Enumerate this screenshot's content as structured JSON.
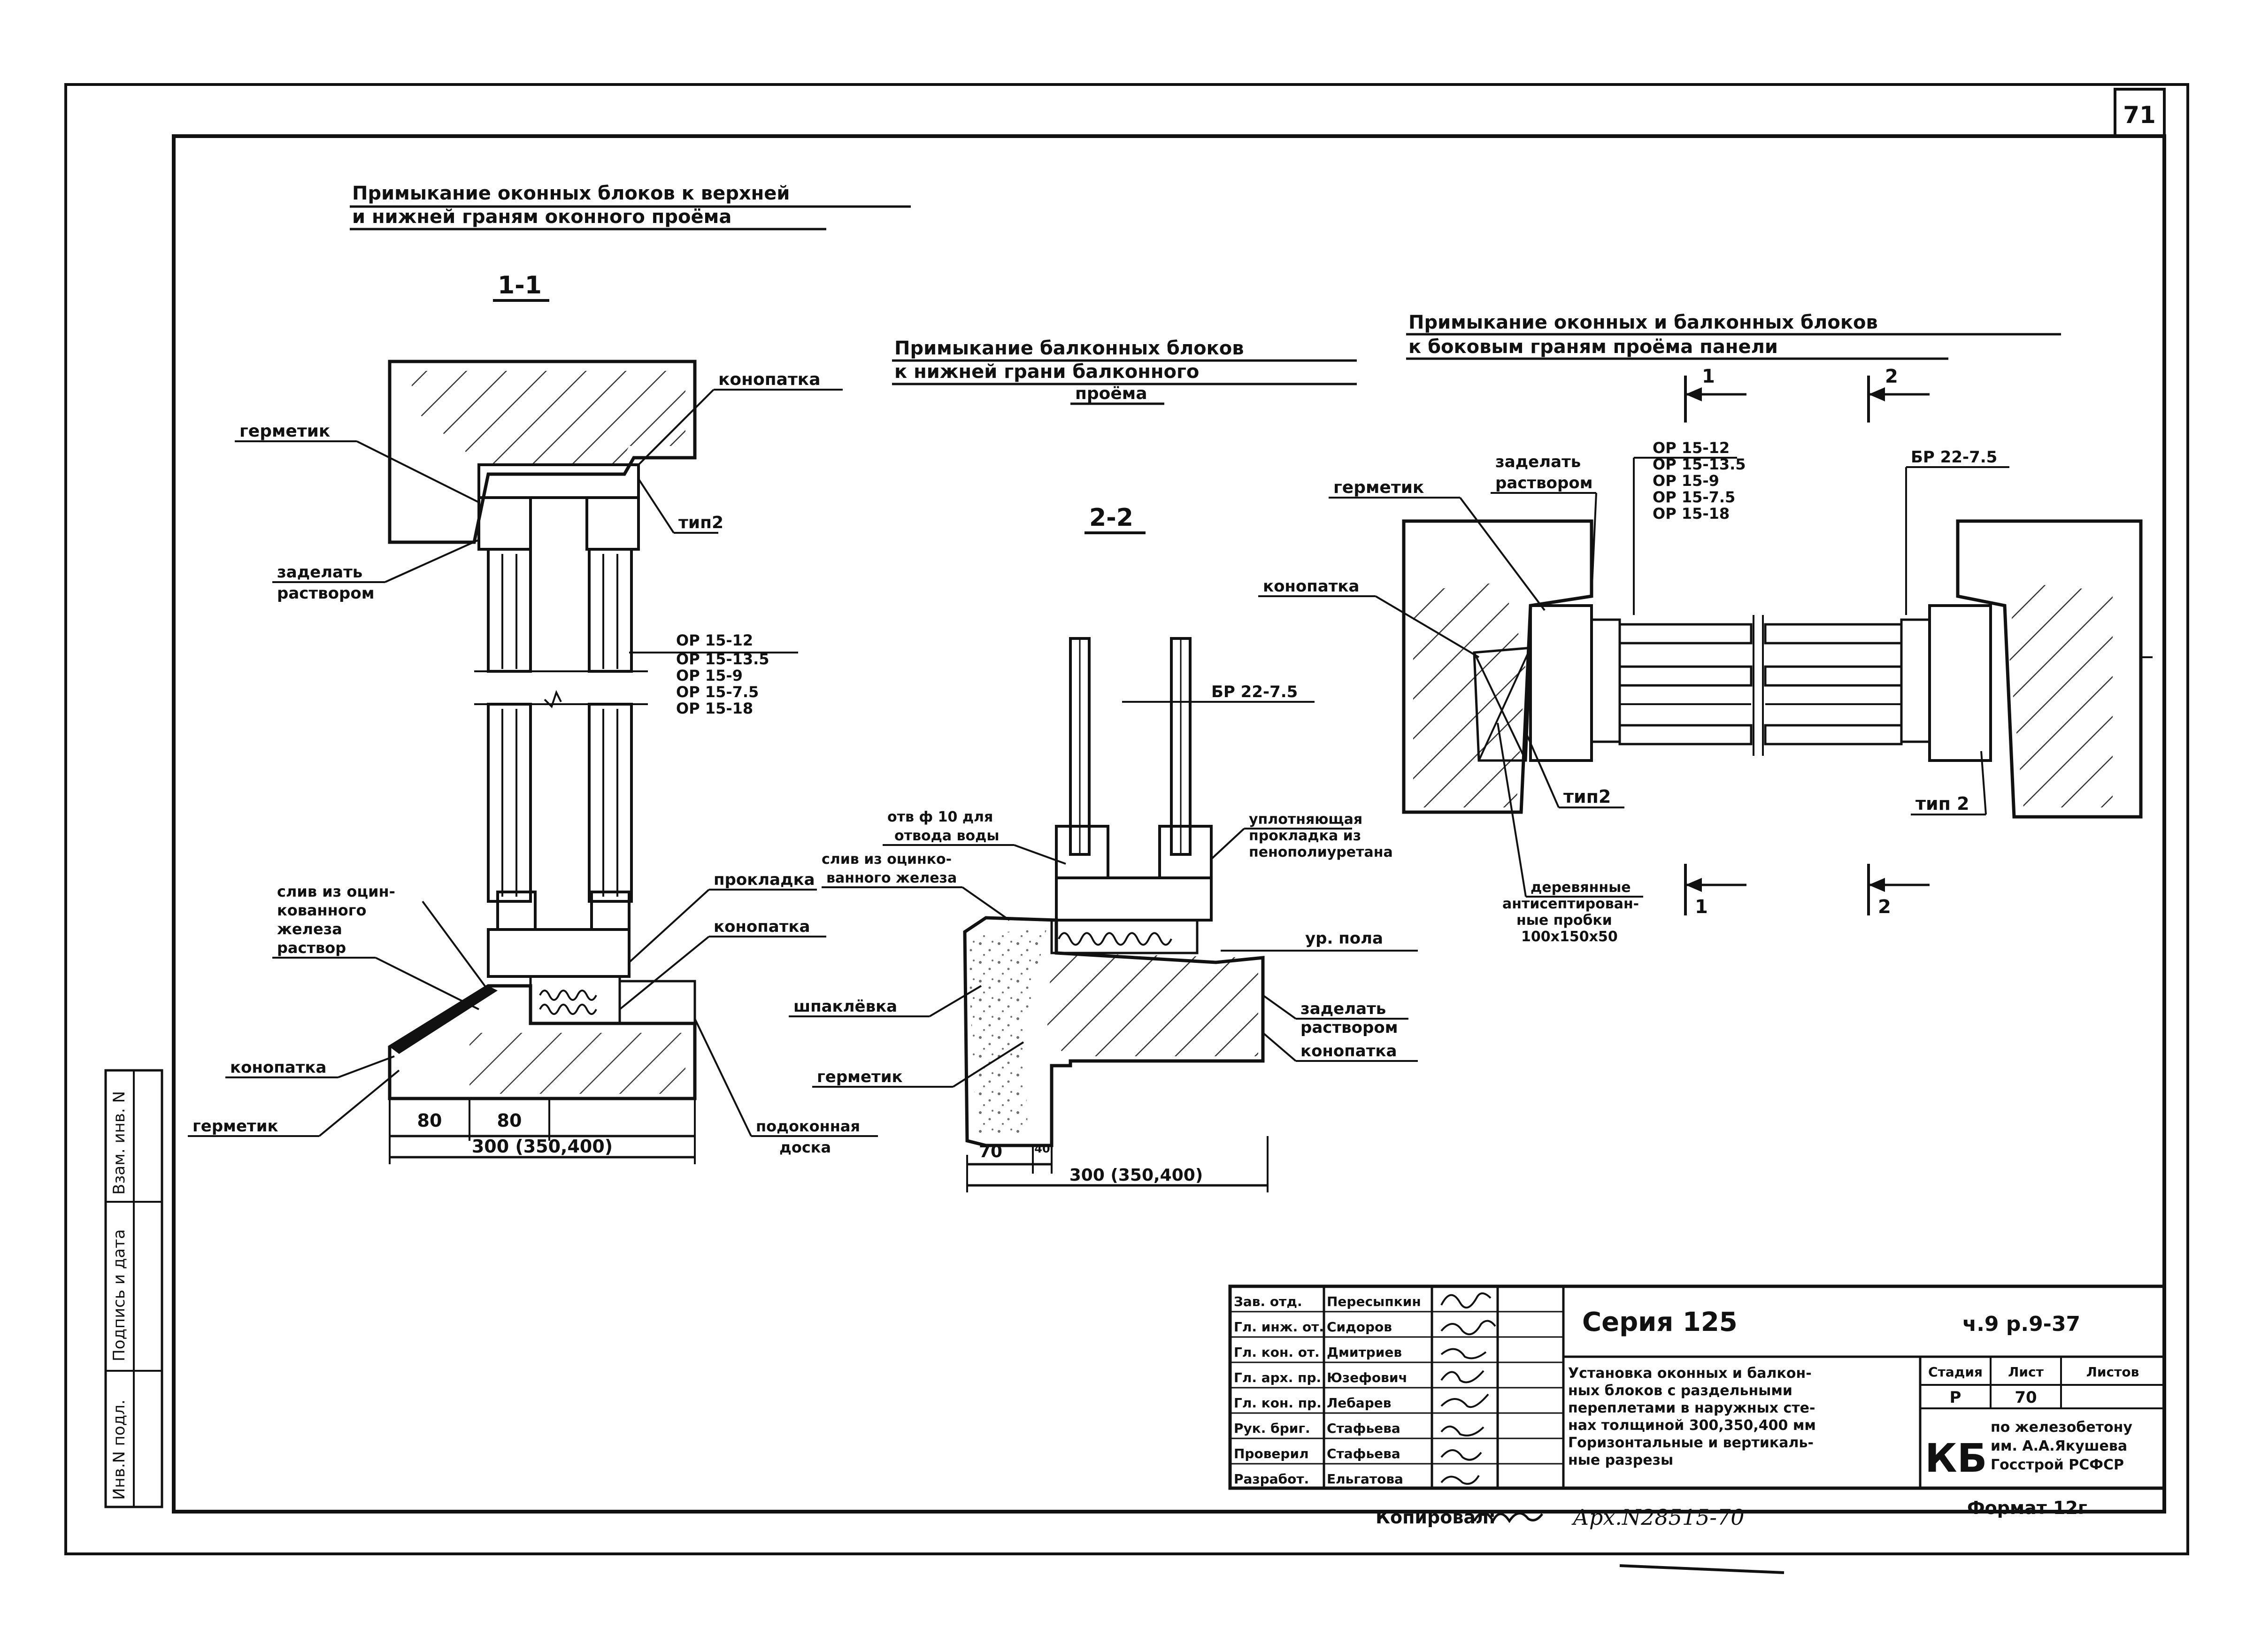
{
  "sheet_number": "71",
  "titles": {
    "top_left": [
      "Примыкание оконных блоков к верхней",
      "и нижней граням оконного проёма"
    ],
    "middle": [
      "Примыкание балконных блоков",
      "к нижней грани балконного",
      "проёма"
    ],
    "right": [
      "Примыкание оконных и балконных блоков",
      "к боковым граням проёма панели"
    ]
  },
  "sections": {
    "s1": "1-1",
    "s2": "2-2"
  },
  "labels": {
    "konopatka": "конопатка",
    "germetik": "герметик",
    "zadelat": [
      "заделать",
      "раствором"
    ],
    "tip2": "тип2",
    "tip2b": "тип 2",
    "window_marks": [
      "ОР 15-12",
      "ОР 15-13.5",
      "ОР 15-9",
      "ОР 15-7.5",
      "ОР 15-18"
    ],
    "sliv_left": [
      "слив из оцин-",
      "кованного",
      "железа",
      "раствор"
    ],
    "prokladka": "прокладка",
    "podokonnaya": [
      "подоконная",
      "доска"
    ],
    "br": "БР 22-7.5",
    "otv": [
      "отв ф 10 для",
      "отвода воды"
    ],
    "sliv_mid": [
      "слив из оцинко-",
      "ванного железа"
    ],
    "uplotn": [
      "уплотняющая",
      "прокладка из",
      "пенополиуретана"
    ],
    "ur_pola": "ур. пола",
    "shpaklevka": "шпаклёвка",
    "derev": [
      "деревянные",
      "антисептирован-",
      "ные пробки",
      "100х150х50"
    ],
    "cut1": "1",
    "cut2": "2"
  },
  "dims": {
    "d80a": "80",
    "d80b": "80",
    "d300a": "300 (350,400)",
    "d70": "70",
    "d40": "40",
    "d300b": "300 (350,400)"
  },
  "side_stamp": [
    "Инв.N подл.",
    "Подпись и дата",
    "Взам. инв. N"
  ],
  "title_block": {
    "roles": [
      "Зав. отд.",
      "Гл. инж. от.",
      "Гл. кон. от.",
      "Гл. арх. пр.",
      "Гл. кон. пр.",
      "Рук. бриг.",
      "Проверил",
      "Разработ."
    ],
    "names": [
      "Пересыпкин",
      "Сидоров",
      "Дмитриев",
      "Юзефович",
      "Лебарев",
      "Стафьева",
      "Стафьева",
      "Ельгатова"
    ],
    "series": "Серия 125",
    "code": "ч.9 р.9-37",
    "description": [
      "Установка оконных и балкон-",
      "ных блоков с раздельными",
      "переплетами в наружных сте-",
      "нах толщиной 300,350,400 мм",
      "Горизонтальные и вертикаль-",
      "ные разрезы"
    ],
    "stage_label": "Стадия",
    "sheet_label": "Лист",
    "sheets_label": "Листов",
    "stage": "Р",
    "sheet": "70",
    "org_logo": "КБ",
    "org": [
      "по железобетону",
      "им. А.А.Якушева",
      "Госстрой РСФСР"
    ]
  },
  "footer": {
    "copied": "Копировал:",
    "archive": "Арх.N28515-70",
    "format": "Формат 12г"
  }
}
